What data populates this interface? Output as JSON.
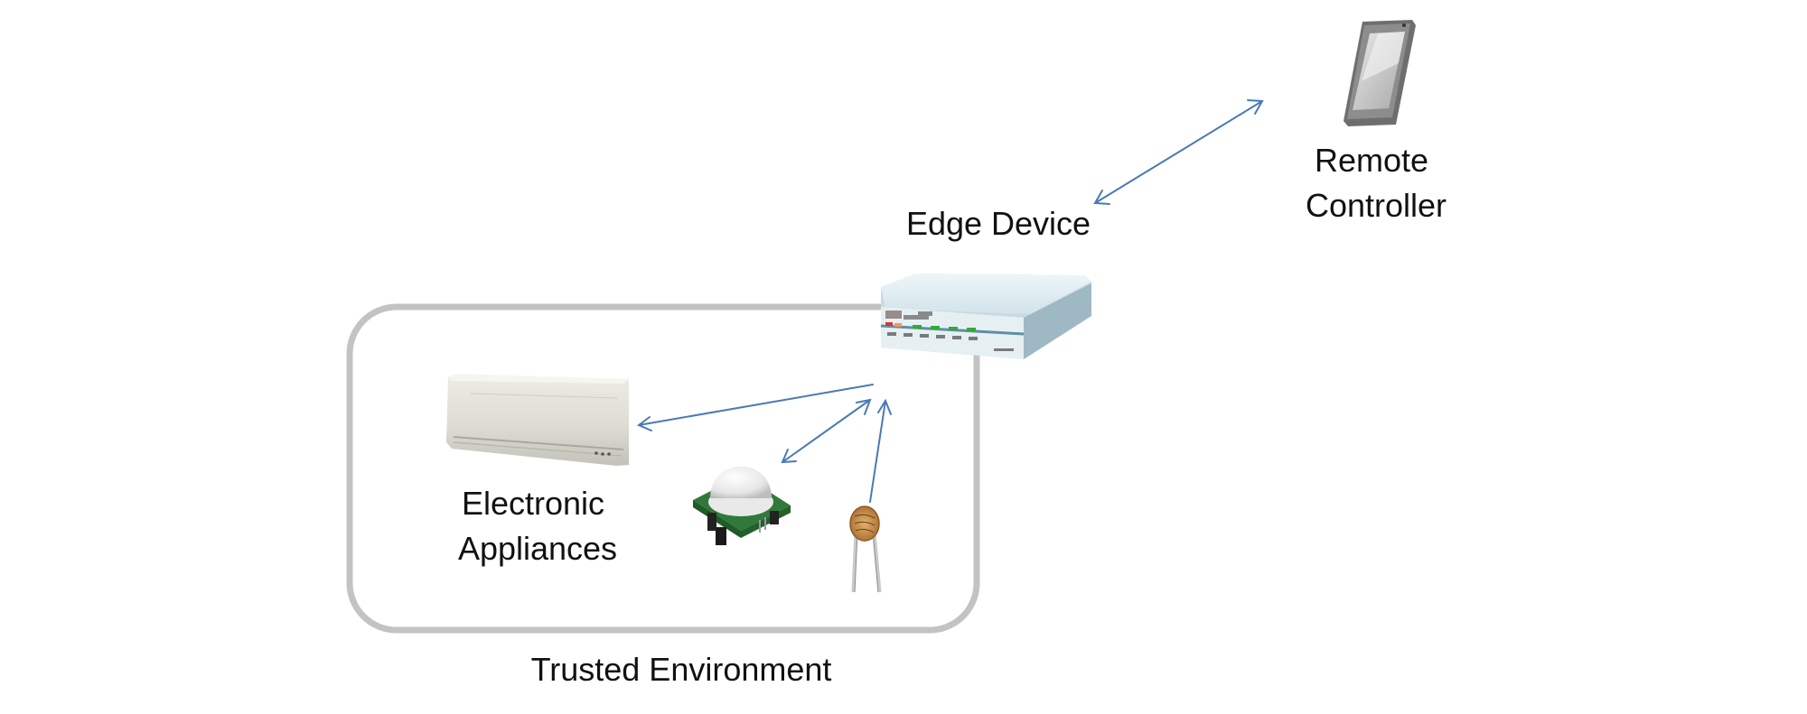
{
  "labels": {
    "remote_controller": [
      "Remote",
      "Controller"
    ],
    "edge_device": "Edge Device",
    "electronic_appliances": [
      "Electronic",
      "Appliances"
    ],
    "trusted_environment": "Trusted Environment"
  },
  "icons": {
    "phone": "smartphone-icon",
    "router": "router-icon",
    "air_conditioner": "air-conditioner-icon",
    "motion_sensor": "pir-motion-sensor-icon",
    "light_sensor": "photoresistor-icon"
  },
  "colors": {
    "arrow": "#4a7ab5",
    "boundary": "#c3c3c3"
  }
}
